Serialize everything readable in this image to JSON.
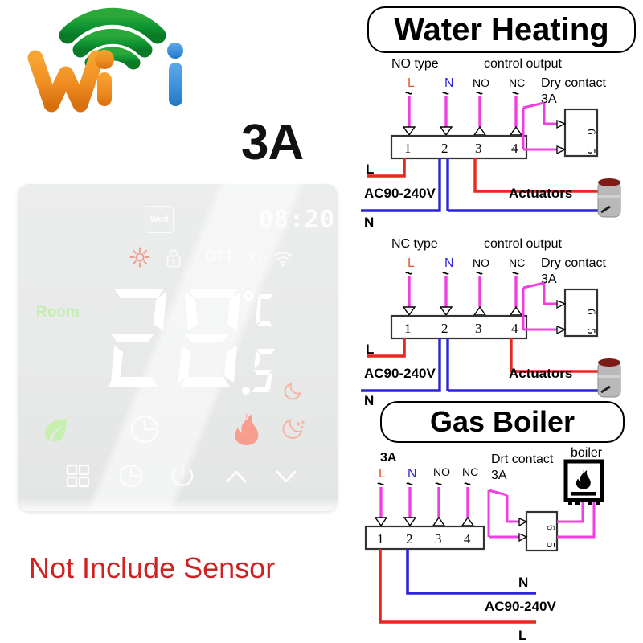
{
  "product": {
    "amp_label": "3A",
    "logo_text": "WiFi",
    "note": "Not Include Sensor",
    "note_color": "#cf2222"
  },
  "thermostat": {
    "day": "Wed",
    "time": "08:20",
    "room_label": "Room",
    "temperature_int": "28",
    "temperature_dec": ".5",
    "unit": "°C",
    "status": {
      "off_text": "OFF",
      "icons": [
        {
          "name": "sun-icon",
          "color": "#f09a8e"
        },
        {
          "name": "lock-icon",
          "color": "#fbfbfb"
        },
        {
          "name": "bluetooth-icon",
          "color": "#fbfbfb"
        },
        {
          "name": "wifi-icon",
          "color": "#fbfbfb"
        }
      ]
    },
    "mid_icons": [
      {
        "name": "leaf-icon",
        "color": "#c3f0ac"
      },
      {
        "name": "clock-icon",
        "color": "#fdfdfd"
      },
      {
        "name": "flame-icon",
        "color": "#f7a294"
      },
      {
        "name": "moon-small-icon",
        "color": "#f7b5a6"
      },
      {
        "name": "moon-stars-icon",
        "color": "#f7b5a6"
      }
    ],
    "buttons": [
      {
        "name": "menu-button",
        "icon": "grid-icon"
      },
      {
        "name": "timer-button",
        "icon": "clock-icon"
      },
      {
        "name": "power-button",
        "icon": "power-icon"
      },
      {
        "name": "up-button",
        "icon": "chevron-up-icon"
      },
      {
        "name": "down-button",
        "icon": "chevron-down-icon"
      }
    ]
  },
  "diagrams": {
    "water_heating_title": "Water Heating",
    "gas_boiler_title": "Gas Boiler",
    "no_type": {
      "mode": "NO type",
      "section": "control  output",
      "terminals": [
        "L",
        "N",
        "NO",
        "NC"
      ],
      "numbers": [
        "1",
        "2",
        "3",
        "4"
      ],
      "dry_contact": "Dry contact",
      "dry_contact_rating": "3A",
      "relay_numbers": [
        "5",
        "6"
      ],
      "supply_l": "L",
      "supply_n": "N",
      "supply_voltage": "AC90-240V",
      "load": "Actuators"
    },
    "nc_type": {
      "mode": "NC type",
      "section": "control  output",
      "terminals": [
        "L",
        "N",
        "NO",
        "NC"
      ],
      "numbers": [
        "1",
        "2",
        "3",
        "4"
      ],
      "dry_contact": "Dry contact",
      "dry_contact_rating": "3A",
      "relay_numbers": [
        "5",
        "6"
      ],
      "supply_l": "L",
      "supply_n": "N",
      "supply_voltage": "AC90-240V",
      "load": "Actuators"
    },
    "gas_boiler": {
      "rating": "3A",
      "terminals": [
        "L",
        "N",
        "NO",
        "NC"
      ],
      "numbers": [
        "1",
        "2",
        "3",
        "4"
      ],
      "dry_contact": "Drt contact",
      "dry_contact_rating": "3A",
      "relay_numbers": [
        "5",
        "6"
      ],
      "boiler_label": "boiler",
      "supply_l": "L",
      "supply_n": "N",
      "supply_voltage": "AC90-240V"
    }
  },
  "colors": {
    "live_wire": "#e8281e",
    "neutral_wire": "#2b24d8",
    "signal_wire": "#ef3fe0",
    "l_text": "#e05a2b",
    "n_text": "#2b24d8",
    "black": "#000000"
  }
}
